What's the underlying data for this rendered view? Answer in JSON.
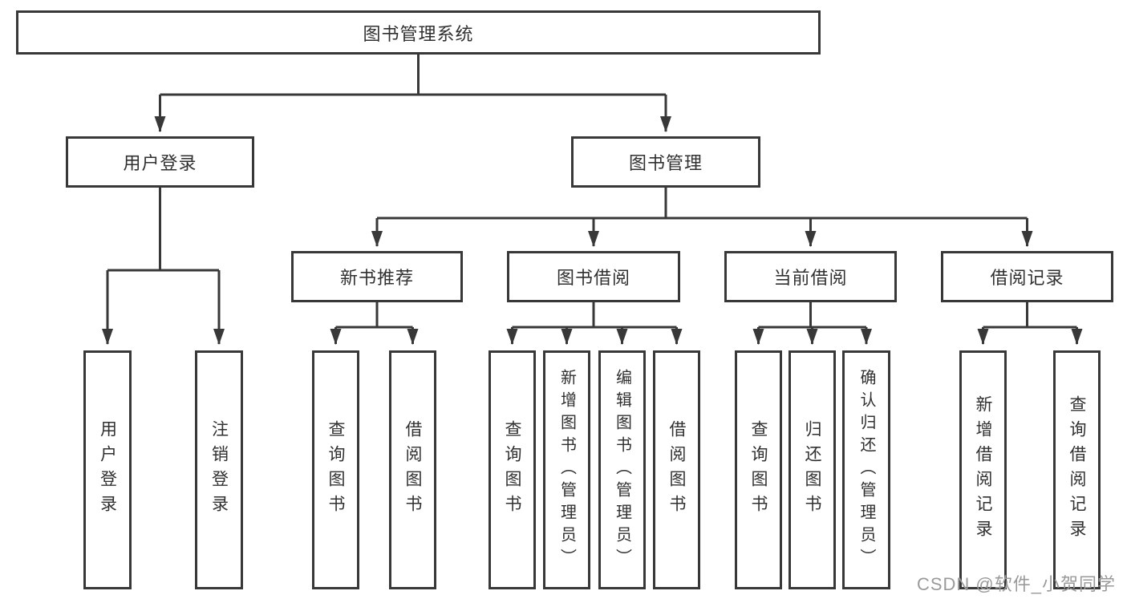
{
  "diagram": {
    "title": "图书管理系统",
    "level2": [
      {
        "label": "用户登录"
      },
      {
        "label": "图书管理"
      }
    ],
    "level3": [
      {
        "label": "新书推荐"
      },
      {
        "label": "图书借阅"
      },
      {
        "label": "当前借阅"
      },
      {
        "label": "借阅记录"
      }
    ],
    "leaves": [
      {
        "label": "用户登录"
      },
      {
        "label": "注销登录"
      },
      {
        "label": "查询图书"
      },
      {
        "label": "借阅图书"
      },
      {
        "label": "查询图书"
      },
      {
        "label": "新增图书（管理员）"
      },
      {
        "label": "编辑图书（管理员）"
      },
      {
        "label": "借阅图书"
      },
      {
        "label": "查询图书"
      },
      {
        "label": "归还图书"
      },
      {
        "label": "确认归还（管理员）"
      },
      {
        "label": "新增借阅记录"
      },
      {
        "label": "查询借阅记录"
      }
    ],
    "watermark": "CSDN @软件_小贺同学"
  },
  "colors": {
    "line": "#383838",
    "box_border": "#383838",
    "text": "#303030",
    "watermark": "#9a9a9a",
    "background": "#ffffff"
  }
}
